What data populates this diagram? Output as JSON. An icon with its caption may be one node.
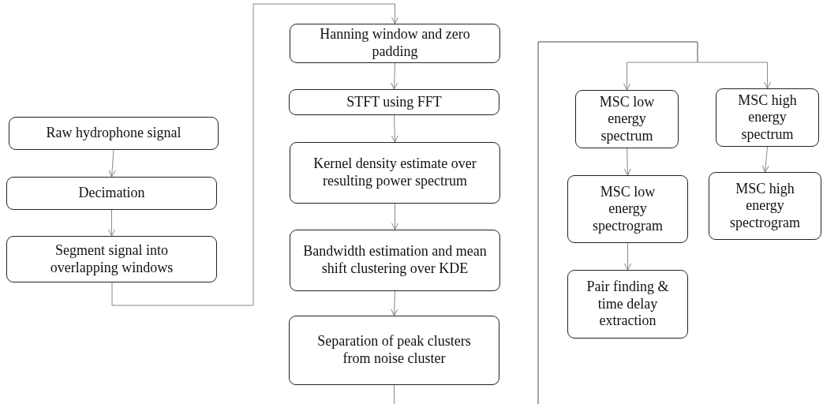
{
  "diagram": {
    "nodes": [
      {
        "text": [
          "Raw hydrophone signal"
        ]
      },
      {
        "text": [
          "Decimation"
        ]
      },
      {
        "text": [
          "Segment signal into overlapping windows"
        ]
      },
      {
        "text": [
          "Hanning window and zero padding"
        ]
      },
      {
        "text": [
          "STFT using FFT"
        ]
      },
      {
        "text": [
          "Kernel density estimate over resulting power spectrum"
        ]
      },
      {
        "text": [
          "Bandwidth estimation and mean shift clustering over KDE"
        ]
      },
      {
        "text": [
          "Separation of peak clusters from noise cluster"
        ]
      },
      {
        "text": [
          "MSC low energy spectrum"
        ]
      },
      {
        "text": [
          "MSC low energy spectrogram"
        ]
      },
      {
        "text": [
          "Pair finding & time delay extraction"
        ]
      },
      {
        "text": [
          "MSC high energy spectrum"
        ]
      },
      {
        "text": [
          "MSC high energy spectrogram"
        ]
      }
    ],
    "edges": [
      {
        "from": 0,
        "to": 1,
        "arrow": "to"
      },
      {
        "from": 1,
        "to": 2,
        "arrow": "to"
      },
      {
        "from": 2,
        "to": 3,
        "arrow": "to"
      },
      {
        "from": 3,
        "to": 4,
        "arrow": "to"
      },
      {
        "from": 4,
        "to": 5,
        "arrow": "to"
      },
      {
        "from": 5,
        "to": 6,
        "arrow": "to"
      },
      {
        "from": 6,
        "to": 7,
        "arrow": "to"
      },
      {
        "from": 7,
        "to": null,
        "arrow": "none"
      },
      {
        "from": null,
        "to": 8,
        "arrow": "to"
      },
      {
        "from": null,
        "to": 11,
        "arrow": "to"
      },
      {
        "from": 8,
        "to": 9,
        "arrow": "to"
      },
      {
        "from": 9,
        "to": 10,
        "arrow": "to"
      },
      {
        "from": 11,
        "to": 12,
        "arrow": "to"
      }
    ]
  }
}
